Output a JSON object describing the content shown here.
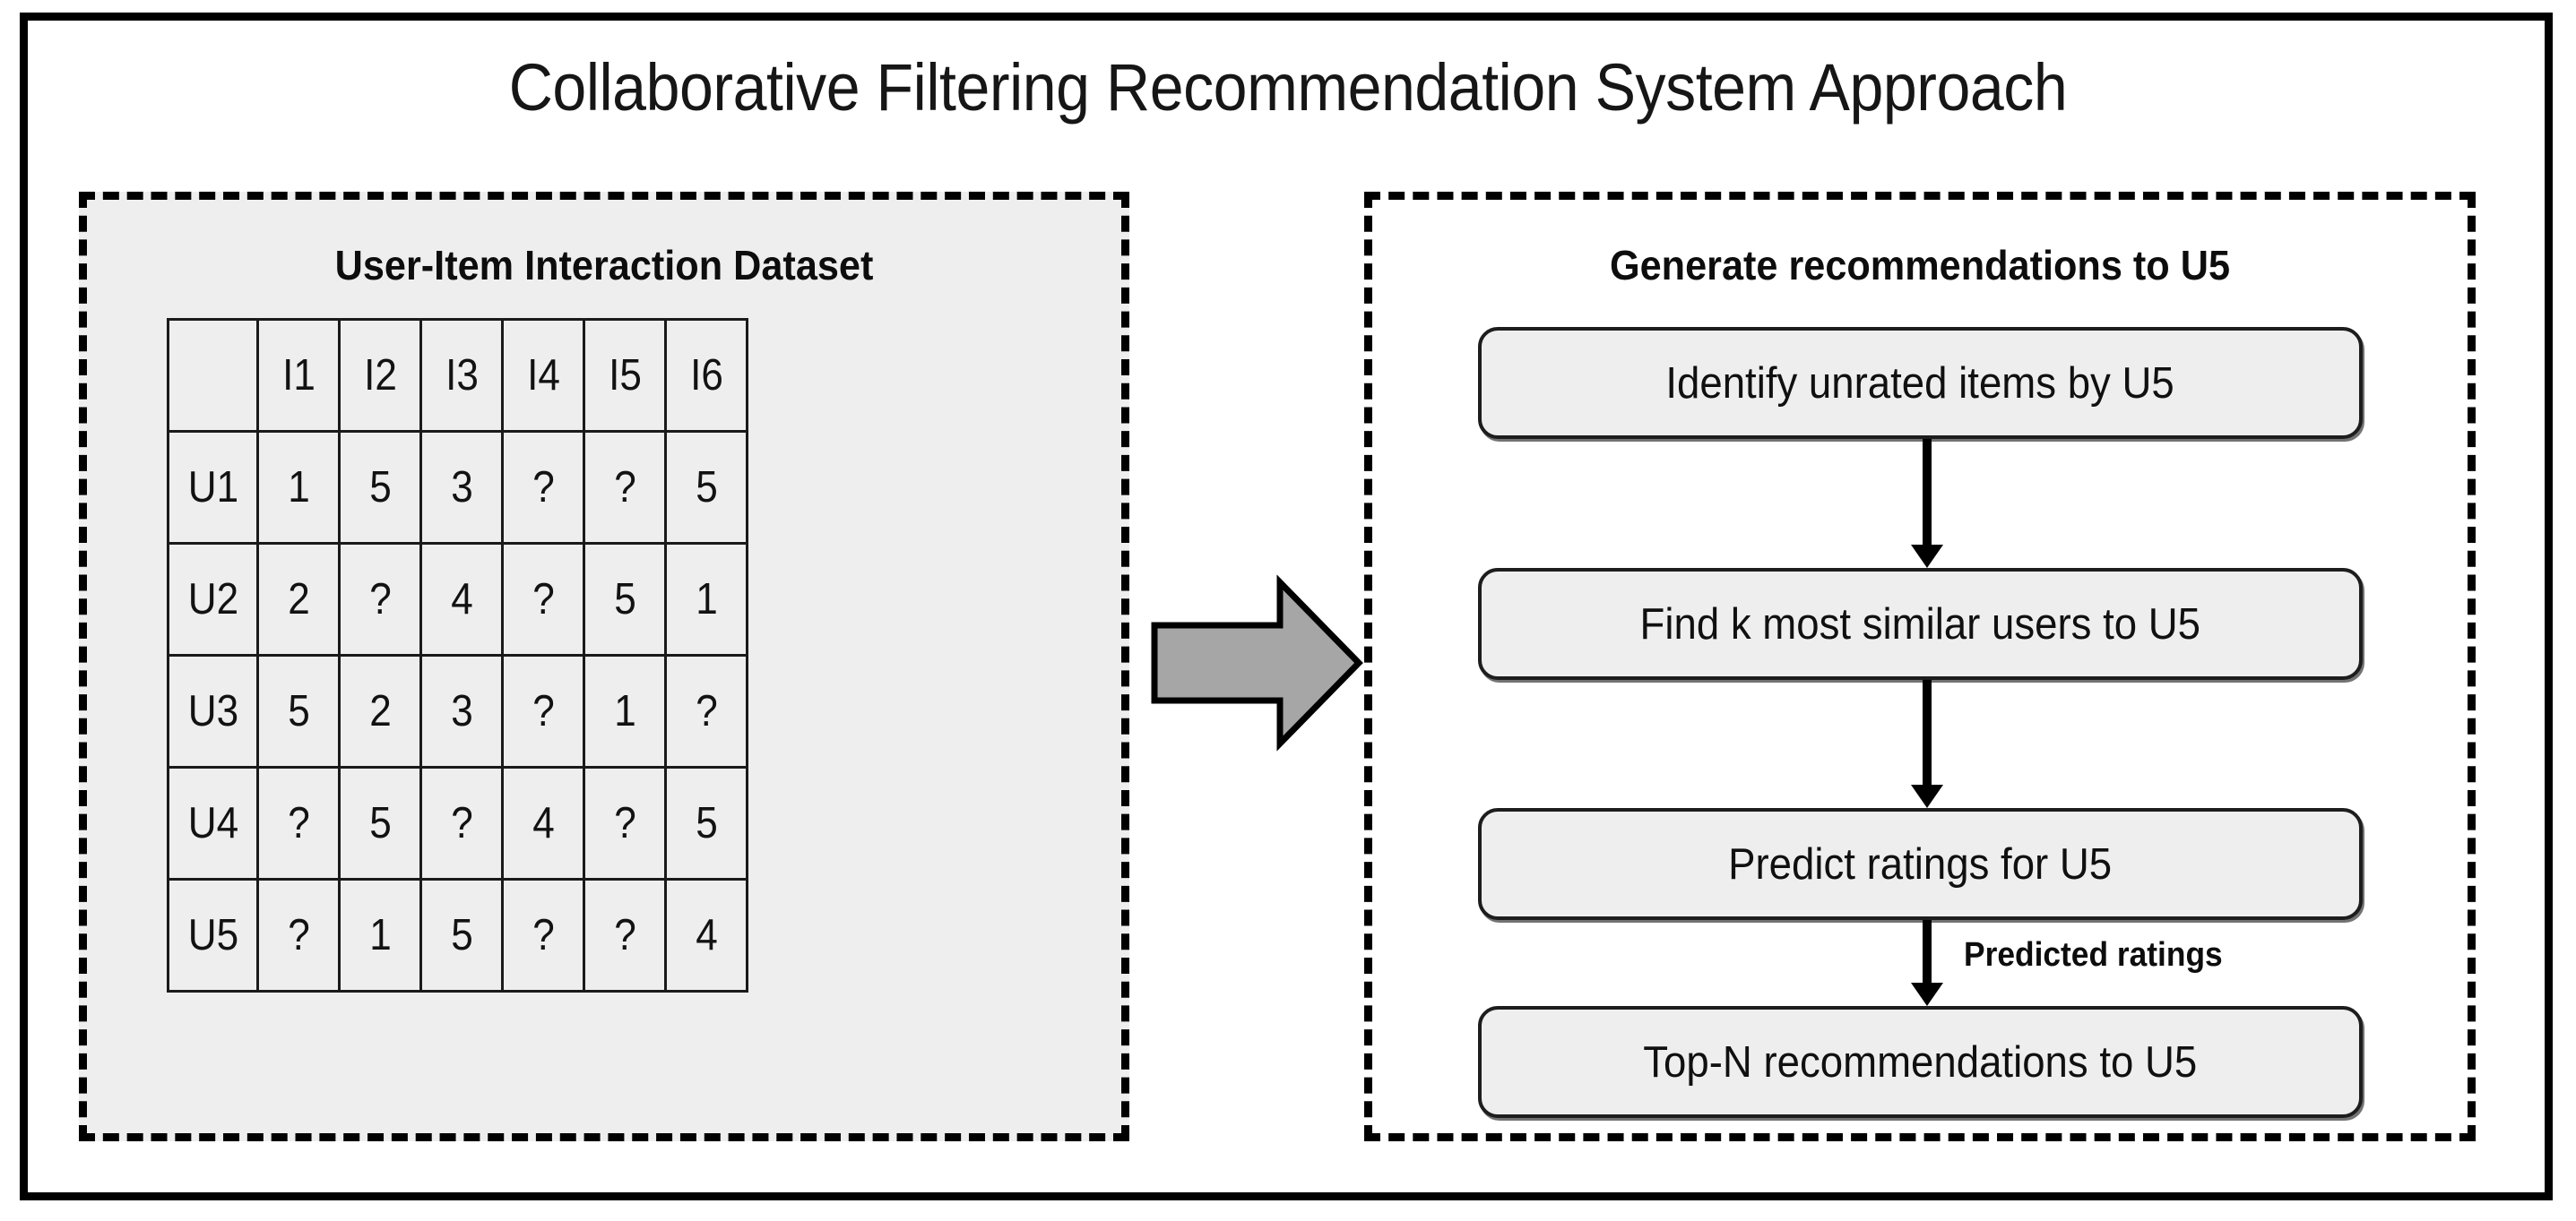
{
  "figure": {
    "title": "Collaborative Filtering Recommendation System Approach",
    "colors": {
      "frame": "#000000",
      "panel_fill_left": "#eeeeee",
      "panel_fill_right": "#ffffff",
      "box_fill": "#eeeeee",
      "box_border": "#1d1d1d",
      "arrow_fill": "#a6a6a6",
      "arrow_border": "#000000",
      "text": "#101010"
    }
  },
  "left_panel": {
    "heading": "User-Item Interaction Dataset",
    "table": {
      "corner_label": "",
      "columns": [
        "I1",
        "I2",
        "I3",
        "I4",
        "I5",
        "I6"
      ],
      "rows": [
        {
          "user": "U1",
          "values": [
            "1",
            "5",
            "3",
            "?",
            "?",
            "5"
          ]
        },
        {
          "user": "U2",
          "values": [
            "2",
            "?",
            "4",
            "?",
            "5",
            "1"
          ]
        },
        {
          "user": "U3",
          "values": [
            "5",
            "2",
            "3",
            "?",
            "1",
            "?"
          ]
        },
        {
          "user": "U4",
          "values": [
            "?",
            "5",
            "?",
            "4",
            "?",
            "5"
          ]
        },
        {
          "user": "U5",
          "values": [
            "?",
            "1",
            "5",
            "?",
            "?",
            "4"
          ]
        }
      ]
    }
  },
  "transition": {
    "arrow_name": "right-block-arrow"
  },
  "right_panel": {
    "heading": "Generate recommendations to U5",
    "steps": [
      {
        "id": "step-1",
        "label": "Identify unrated items by U5"
      },
      {
        "id": "step-2",
        "label": "Find k most similar users to U5"
      },
      {
        "id": "step-3",
        "label": "Predict ratings for U5"
      },
      {
        "id": "step-4",
        "label": "Top-N recommendations to U5"
      }
    ],
    "edge_labels": [
      {
        "id": "edge-3-4",
        "label": "Predicted ratings"
      }
    ]
  }
}
